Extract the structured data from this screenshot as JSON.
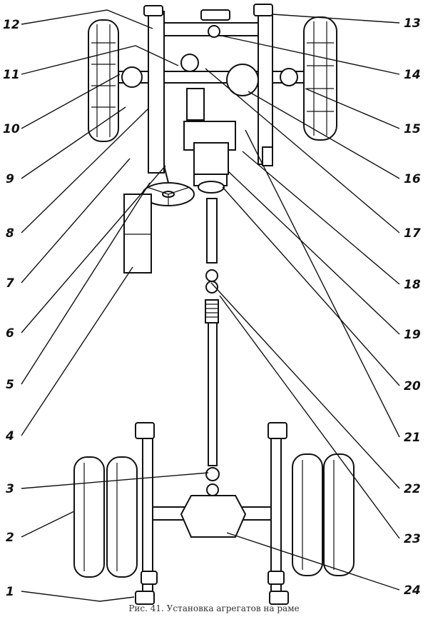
{
  "figure": {
    "caption": "Рис. 41. Установка агрегатов на раме",
    "labels_left": [
      "12",
      "11",
      "10",
      "9",
      "8",
      "7",
      "6",
      "5",
      "4",
      "3",
      "2",
      "1"
    ],
    "labels_right": [
      "13",
      "14",
      "15",
      "16",
      "17",
      "18",
      "19",
      "20",
      "21",
      "22",
      "23",
      "24"
    ]
  }
}
